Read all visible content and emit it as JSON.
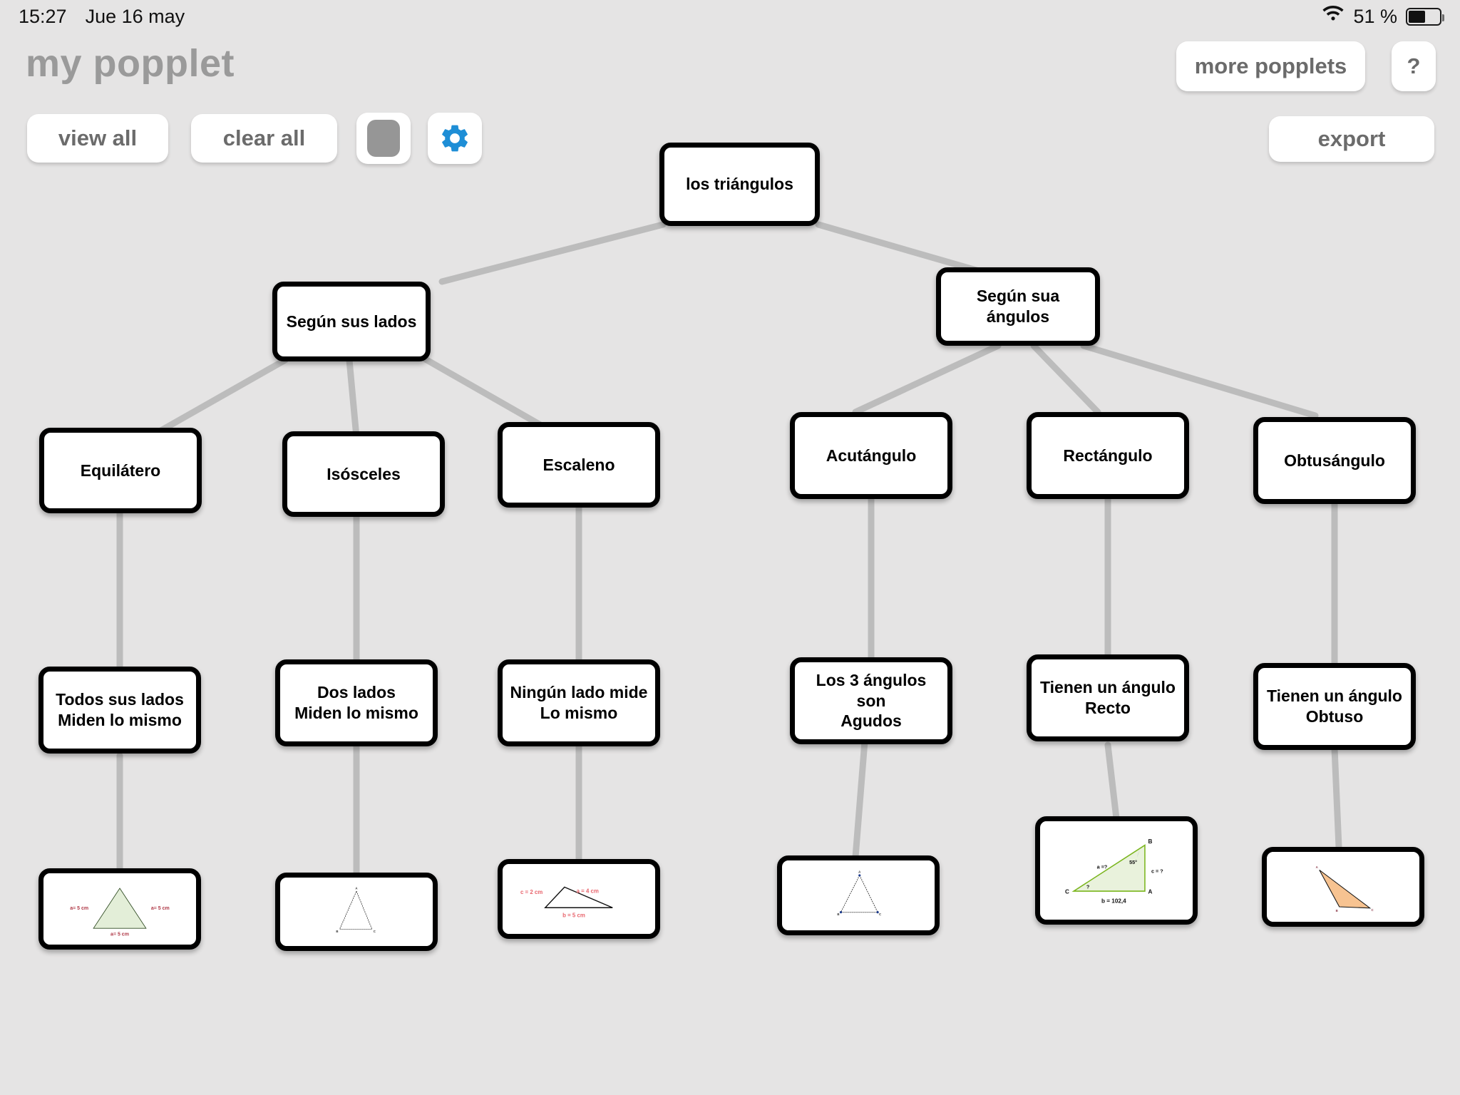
{
  "statusbar": {
    "time": "15:27",
    "date": "Jue 16 may",
    "battery_percent": "51 %",
    "wifi_icon": "wifi-icon",
    "battery_icon": "battery-icon"
  },
  "header": {
    "app_title": "my popplet",
    "more_popplets_label": "more popplets",
    "help_label": "?",
    "export_label": "export"
  },
  "toolbar": {
    "view_all_label": "view all",
    "clear_all_label": "clear all",
    "color_swatch_color": "#969696",
    "settings_icon": "gear-icon",
    "settings_icon_color": "#1e8ed6"
  },
  "colors": {
    "background": "#e5e4e4",
    "node_border": "#000000",
    "node_fill": "#ffffff",
    "edge": "#bcbcbc",
    "text": "#6b6b6b",
    "equilateral_fill": "#e3eed8",
    "right_fill": "#e9f2dc",
    "right_stroke": "#7ab51d",
    "obtuse_fill": "#f7c391",
    "label_red": "#b03a48"
  },
  "graph": {
    "root": "los triángulos",
    "branches": [
      {
        "label": "Según sus lados",
        "children": [
          {
            "label": "Equilátero",
            "description": "Todos sus lados\nMiden lo mismo",
            "figure": "equilateral-triangle-diagram"
          },
          {
            "label": "Isósceles",
            "description": "Dos lados\nMiden lo mismo",
            "figure": "isosceles-triangle-diagram"
          },
          {
            "label": "Escaleno",
            "description": "Ningún lado mide\nLo mismo",
            "figure": "scalene-triangle-diagram"
          }
        ]
      },
      {
        "label": "Según sua ángulos",
        "children": [
          {
            "label": "Acutángulo",
            "description": "Los 3 ángulos son\nAgudos",
            "figure": "acute-triangle-diagram"
          },
          {
            "label": "Rectángulo",
            "description": "Tienen un ángulo\nRecto",
            "figure": "right-triangle-diagram"
          },
          {
            "label": "Obtusángulo",
            "description": "Tienen un ángulo\nObtuso",
            "figure": "obtuse-triangle-diagram"
          }
        ]
      }
    ]
  },
  "figures": {
    "equilateral": {
      "side_left": "a= 5 cm",
      "side_right": "a= 5 cm",
      "side_bottom": "a= 5 cm"
    },
    "scalene": {
      "side_left": "c = 2 cm",
      "side_right": "a = 4 cm",
      "side_bottom": "b = 5 cm"
    },
    "right": {
      "vertex_a": "A",
      "vertex_b": "B",
      "vertex_c": "C",
      "angle_b": "55°",
      "angle_c": "?",
      "side_a": "a =?",
      "side_c": "c = ?",
      "side_b": "b = 102,4"
    },
    "isosceles": {
      "apex": "A",
      "left": "B",
      "right": "C"
    },
    "acute": {
      "apex": "A",
      "left": "B",
      "right": "C"
    },
    "obtuse": {
      "apex": "A",
      "left": "B",
      "right": "C"
    }
  }
}
